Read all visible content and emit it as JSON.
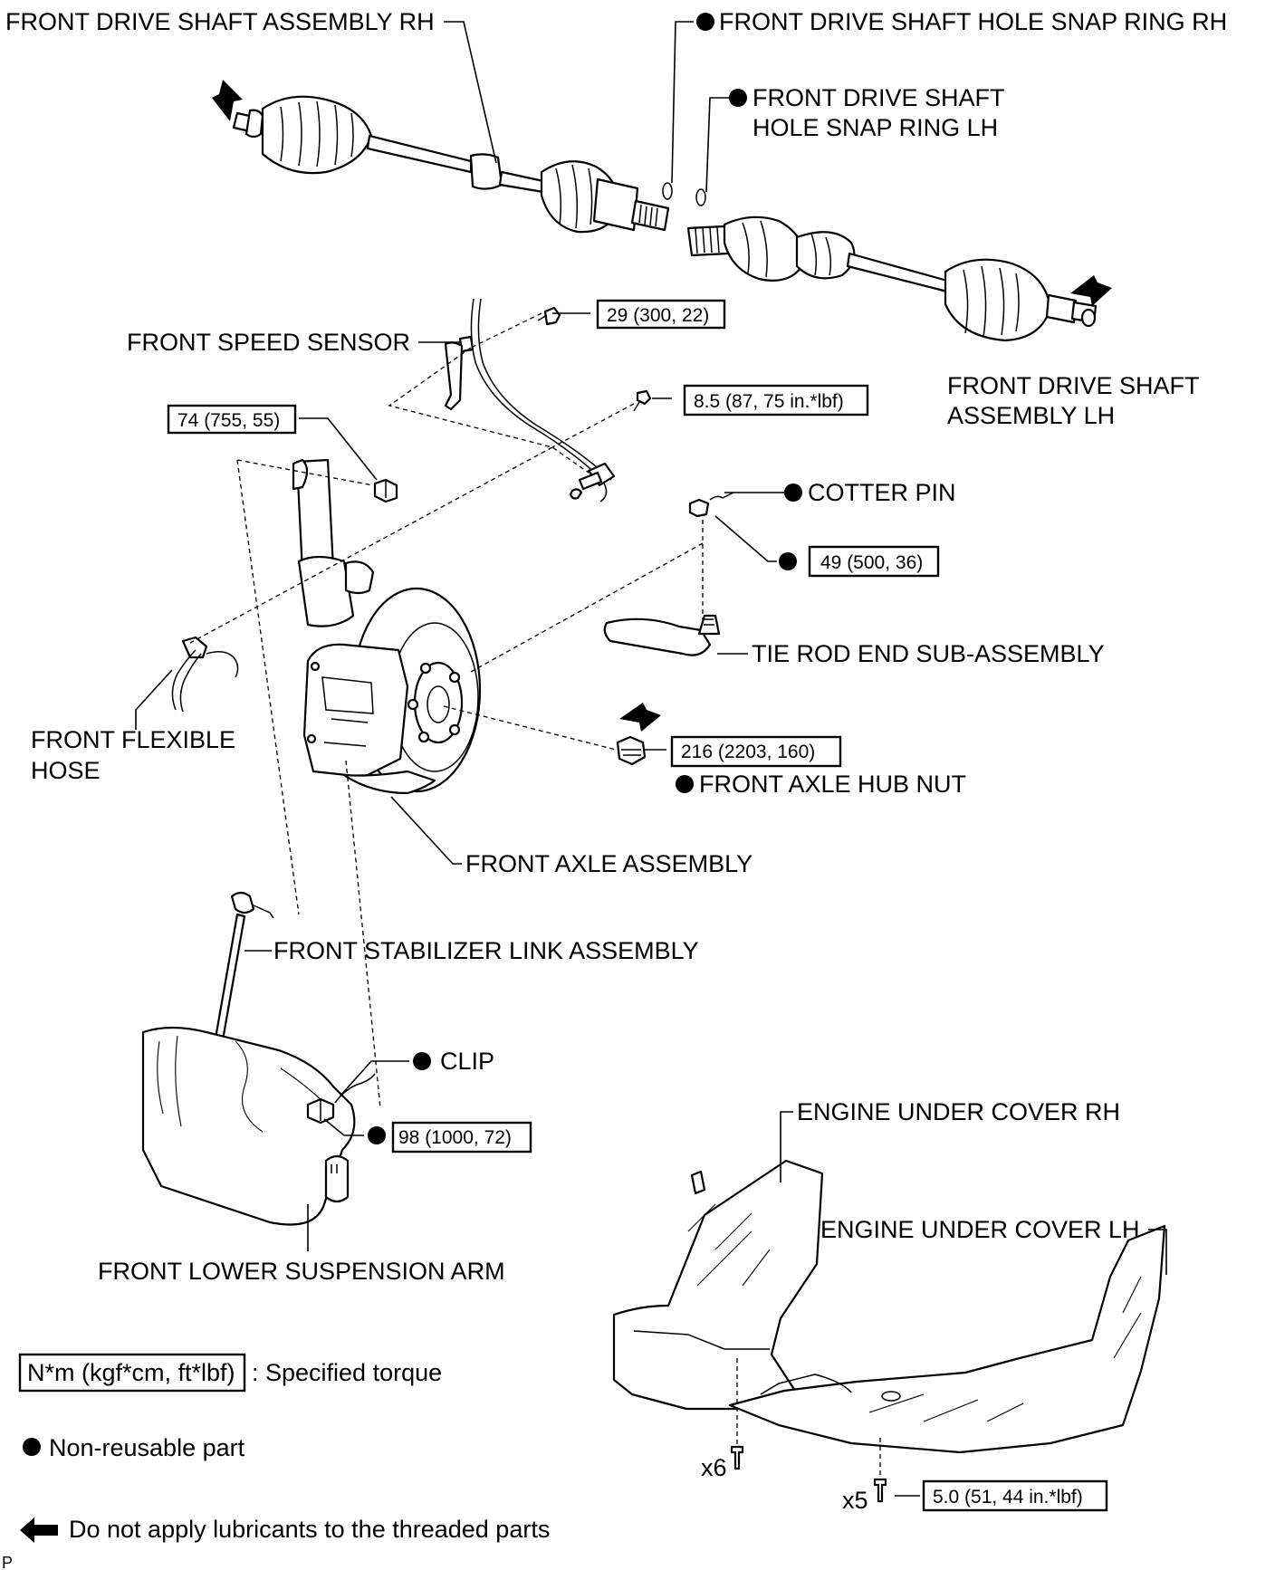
{
  "labels": {
    "shaft_rh": "FRONT DRIVE SHAFT ASSEMBLY RH",
    "snap_ring_rh": "FRONT DRIVE SHAFT HOLE SNAP RING RH",
    "snap_ring_lh_1": "FRONT DRIVE SHAFT",
    "snap_ring_lh_2": "HOLE SNAP RING LH",
    "speed_sensor": "FRONT SPEED SENSOR",
    "shaft_lh_1": "FRONT DRIVE SHAFT",
    "shaft_lh_2": "ASSEMBLY LH",
    "cotter_pin": "COTTER PIN",
    "tie_rod_end": "TIE ROD END SUB-ASSEMBLY",
    "flex_hose_1": "FRONT FLEXIBLE",
    "flex_hose_2": "HOSE",
    "hub_nut": "FRONT AXLE HUB NUT",
    "axle_assembly": "FRONT AXLE ASSEMBLY",
    "stabilizer_link": "FRONT STABILIZER LINK ASSEMBLY",
    "clip": "CLIP",
    "lower_arm": "FRONT LOWER SUSPENSION ARM",
    "cover_rh": "ENGINE UNDER COVER RH",
    "cover_lh": "ENGINE UNDER COVER LH",
    "qty_x6": "x6",
    "qty_x5": "x5",
    "corner_mark": "P"
  },
  "torques": {
    "speed_sensor_bolt": "29 (300, 22)",
    "sensor_clamp_bolt": "8.5 (87, 75 in.*lbf)",
    "strut_nut": "74 (755, 55)",
    "tie_rod_nut": "49 (500, 36)",
    "hub_nut": "216 (2203, 160)",
    "ball_joint_nut": "98 (1000, 72)",
    "cover_bolt": "5.0 (51, 44 in.*lbf)"
  },
  "legend": {
    "torque_box": "N*m (kgf*cm, ft*lbf)",
    "torque_text": ": Specified torque",
    "non_reusable": "Non-reusable part",
    "no_lubricant": "Do not apply lubricants to the threaded parts"
  },
  "colors": {
    "ink": "#000000",
    "paper": "#ffffff"
  }
}
